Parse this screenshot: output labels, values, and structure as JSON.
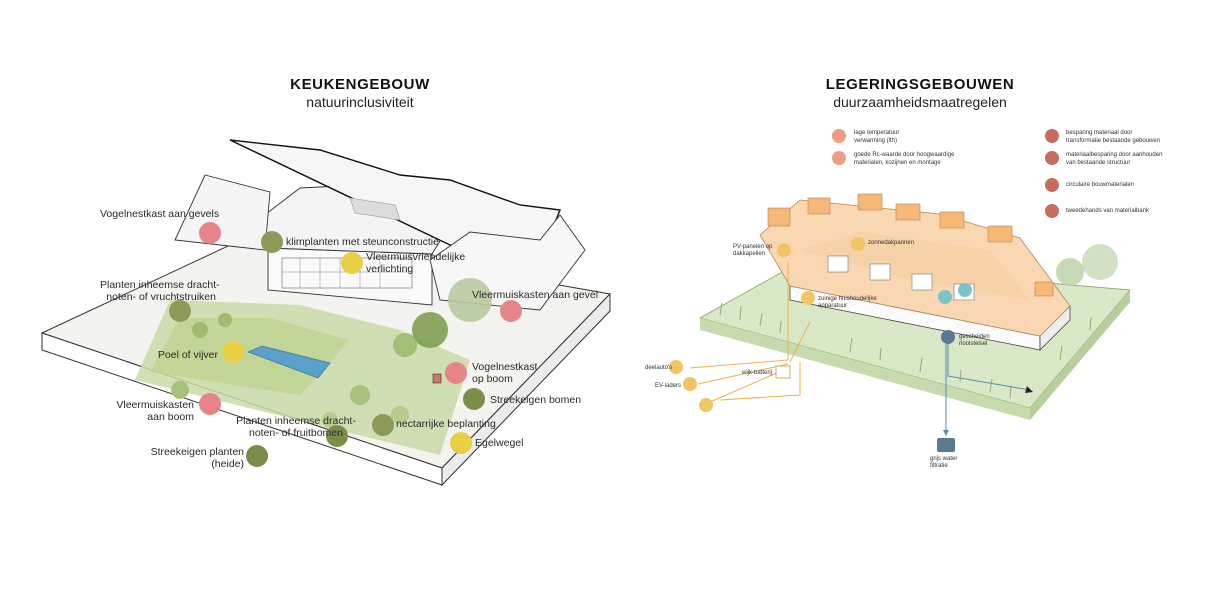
{
  "left_panel": {
    "title": "KEUKENGEBOUW",
    "subtitle": "natuurinclusiviteit",
    "labels": {
      "vogelnestkast_gevels": "Vogelnestkast aan gevels",
      "klimplanten": "klimplanten met steunconstructie",
      "vleermuis_verlichting_1": "Vleermuisvriendelijke",
      "vleermuis_verlichting_2": "verlichting",
      "planten_inheemse_1": "Planten inheemse dracht-",
      "planten_inheemse_2": "noten- of vruchtstruiken",
      "vleermuiskasten_gevel": "Vleermuiskasten aan gevel",
      "poel": "Poel of vijver",
      "vogelnestkast_boom_1": "Vogelnestkast",
      "vogelnestkast_boom_2": "op boom",
      "vleermuiskasten_boom_1": "Vleermuiskasten",
      "vleermuiskasten_boom_2": "aan boom",
      "streekeigen_bomen": "Streekeigen bomen",
      "fruitbomen_1": "Planten inheemse dracht-",
      "fruitbomen_2": "noten- of fruitbomen",
      "nectarrijke": "nectarrijke beplanting",
      "egelwegel": "Egelwegel",
      "heide_1": "Streekeigen planten",
      "heide_2": "(heide)"
    }
  },
  "right_panel": {
    "title": "LEGERINGSGEBOUWEN",
    "subtitle": "duurzaamheidsmaatregelen",
    "legend": {
      "lage_temp_1": "lage temperatuur",
      "lage_temp_2": "verwarming (lth)",
      "rc_1": "goede Rc-waarde door hoogwaardige",
      "rc_2": "materialen, kozijnen en montage",
      "besparing_1": "besparing materiaal door",
      "besparing_2": "transformatie bestaande gebouwen",
      "materiaal_1": "materiaalbesparing door aanhouden",
      "materiaal_2": "van bestaande structuur",
      "circulaire": "circulaire bouwmaterialen",
      "tweedehands": "tweedehands van materialbank"
    },
    "labels": {
      "pv_1": "PV-panelen op",
      "pv_2": "dakkapellen",
      "zonnedak": "zonnedakpannen",
      "zuinig_1": "zuinige huishoudelijke",
      "zuinig_2": "apparatuur",
      "gescheiden_1": "gescheiden",
      "gescheiden_2": "rioolstelsel",
      "deelauto": "deelauto's",
      "ev": "EV-laders",
      "batterij": "wijk-batterij",
      "grijs_1": "grijs water",
      "grijs_2": "filtratie"
    }
  },
  "colors": {
    "pink": "#e68489",
    "olive": "#8c9a5a",
    "yellow": "#e8cf45",
    "roof": "#f8d9b4",
    "lawn": "#d6e6c4",
    "arrow": "#f0b04a",
    "water": "#5b8aa8"
  }
}
